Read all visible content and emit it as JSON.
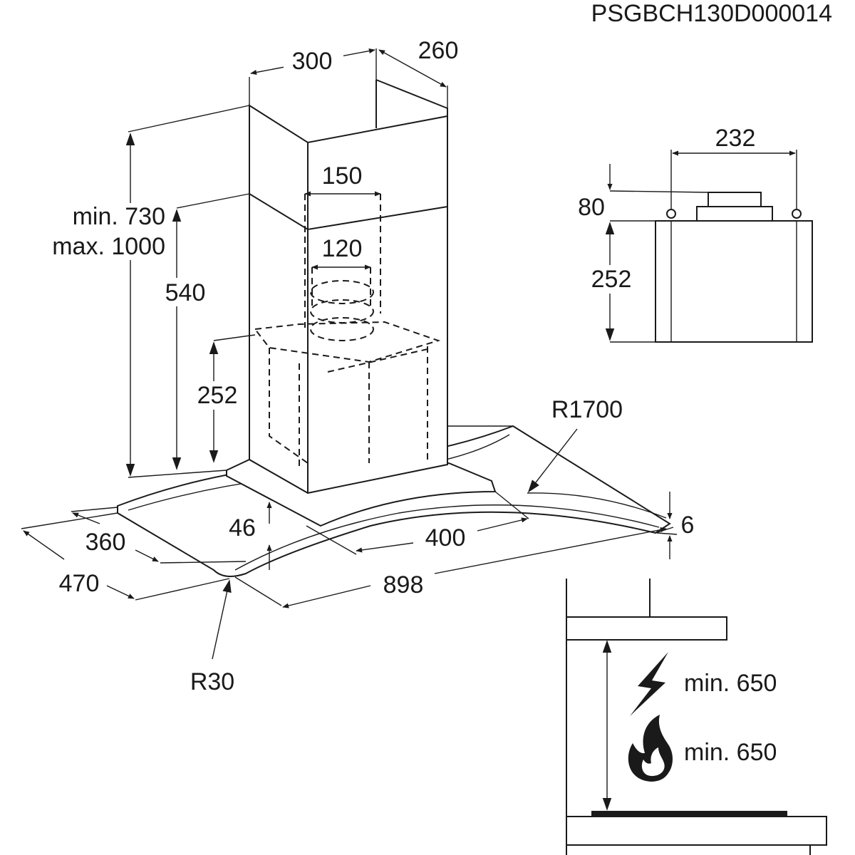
{
  "drawing_code": "PSGBCH130D000014",
  "colors": {
    "line": "#1a1a1a",
    "background": "#ffffff"
  },
  "main_view": {
    "chimney_width": "300",
    "chimney_depth": "260",
    "duct_outer": "150",
    "duct_inner": "120",
    "height_min": "min. 730",
    "height_max": "max. 1000",
    "height_540": "540",
    "height_252": "252",
    "hood_curve_radius": "R1700",
    "glass_thickness": "6",
    "front_depth": "46",
    "depth_360": "360",
    "depth_470": "470",
    "width_400": "400",
    "width_898": "898",
    "corner_radius": "R30"
  },
  "motor_view": {
    "width": "232",
    "top": "80",
    "height": "252"
  },
  "clearance_view": {
    "electric_icon": "lightning-icon",
    "electric_min": "min. 650",
    "gas_icon": "flame-icon",
    "gas_min": "min. 650"
  }
}
